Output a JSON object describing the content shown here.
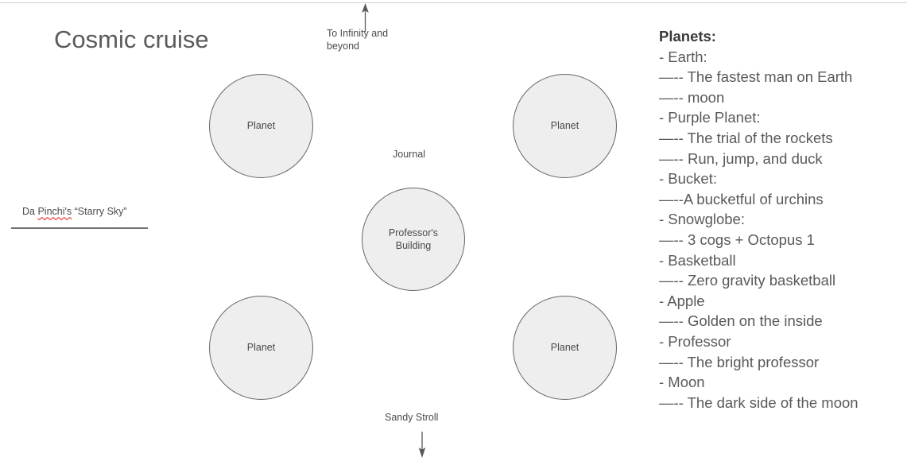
{
  "title": "Cosmic cruise",
  "planets": [
    {
      "id": "top-left",
      "label": "Planet"
    },
    {
      "id": "top-right",
      "label": "Planet"
    },
    {
      "id": "bottom-left",
      "label": "Planet"
    },
    {
      "id": "bottom-right",
      "label": "Planet"
    }
  ],
  "building": {
    "line1": "Professor's",
    "line2": "Building"
  },
  "labels": {
    "journal": "Journal",
    "infinity_line1": "To Infinity and",
    "infinity_line2": "beyond",
    "sandy": "Sandy Stroll"
  },
  "caption": {
    "prefix": "Da ",
    "misspelled": "Pinchi's",
    "suffix": " “Starry Sky”"
  },
  "arrows": [
    {
      "name": "up-arrow",
      "direction": "up",
      "meaning": "To Infinity and beyond"
    },
    {
      "name": "down-arrow",
      "direction": "down",
      "meaning": "Sandy Stroll"
    }
  ],
  "outline": {
    "lines": [
      {
        "text": "Planets:",
        "heading": true
      },
      {
        "text": "- Earth:",
        "heading": false
      },
      {
        "text": "—-- The fastest man on Earth",
        "heading": false
      },
      {
        "text": "—-- moon",
        "heading": false
      },
      {
        "text": "- Purple Planet:",
        "heading": false
      },
      {
        "text": "—-- The trial of the rockets",
        "heading": false
      },
      {
        "text": "—-- Run, jump, and duck",
        "heading": false
      },
      {
        "text": "- Bucket:",
        "heading": false
      },
      {
        "text": "—--A bucketful of urchins",
        "heading": false
      },
      {
        "text": "- Snowglobe:",
        "heading": false
      },
      {
        "text": "—-- 3 cogs + Octopus 1",
        "heading": false
      },
      {
        "text": "- Basketball",
        "heading": false
      },
      {
        "text": "—-- Zero gravity basketball",
        "heading": false
      },
      {
        "text": "- Apple",
        "heading": false
      },
      {
        "text": "—-- Golden on the inside",
        "heading": false
      },
      {
        "text": "- Professor",
        "heading": false
      },
      {
        "text": "—-- The bright professor",
        "heading": false
      },
      {
        "text": "- Moon",
        "heading": false
      },
      {
        "text": "—-- The dark side of the moon",
        "heading": false
      }
    ]
  },
  "colors": {
    "shape_fill": "#eeeeee",
    "shape_stroke": "#666666",
    "text": "#4a4a4a",
    "outline_text": "#595959",
    "spellcheck_underline": "#e8493f",
    "rule": "#6f6f6f",
    "background": "#ffffff"
  }
}
